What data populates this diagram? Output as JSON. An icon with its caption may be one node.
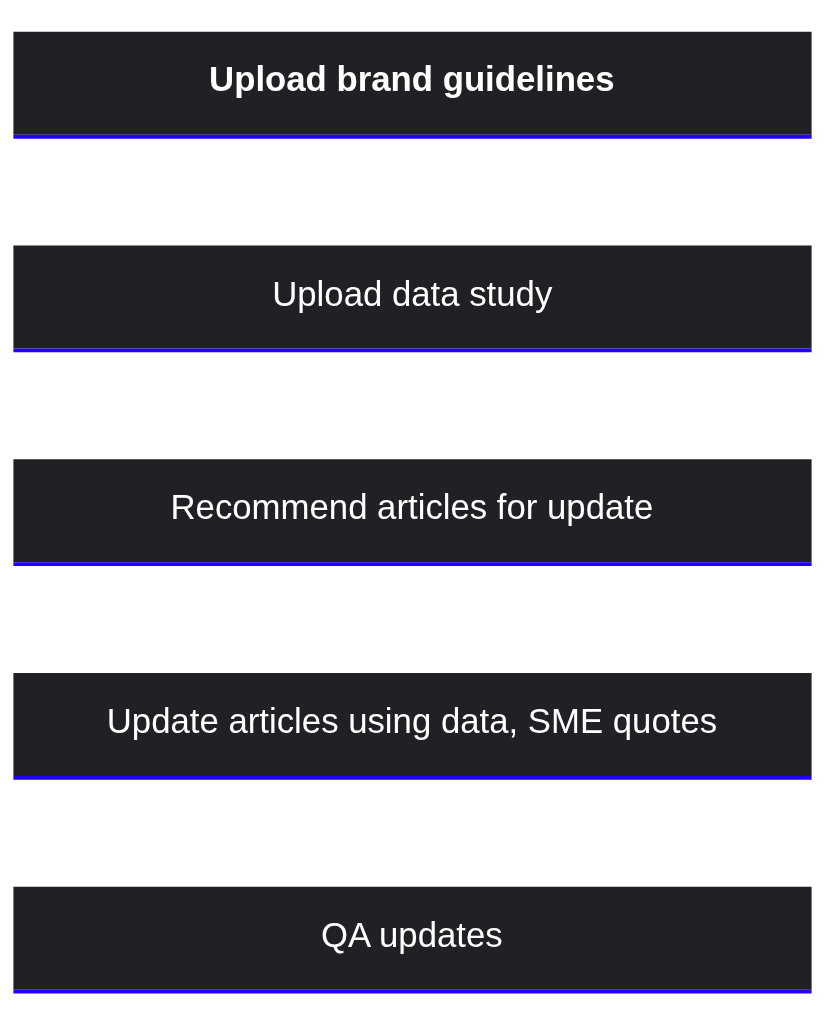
{
  "diagram": {
    "nodes": [
      {
        "text": [
          "Upload brand guidelines"
        ]
      },
      {
        "text": [
          "Upload data study"
        ]
      },
      {
        "text": [
          "Recommend articles for update"
        ]
      },
      {
        "text": [
          "Update articles using data, SME quotes"
        ]
      },
      {
        "text": [
          "QA updates"
        ]
      }
    ]
  }
}
